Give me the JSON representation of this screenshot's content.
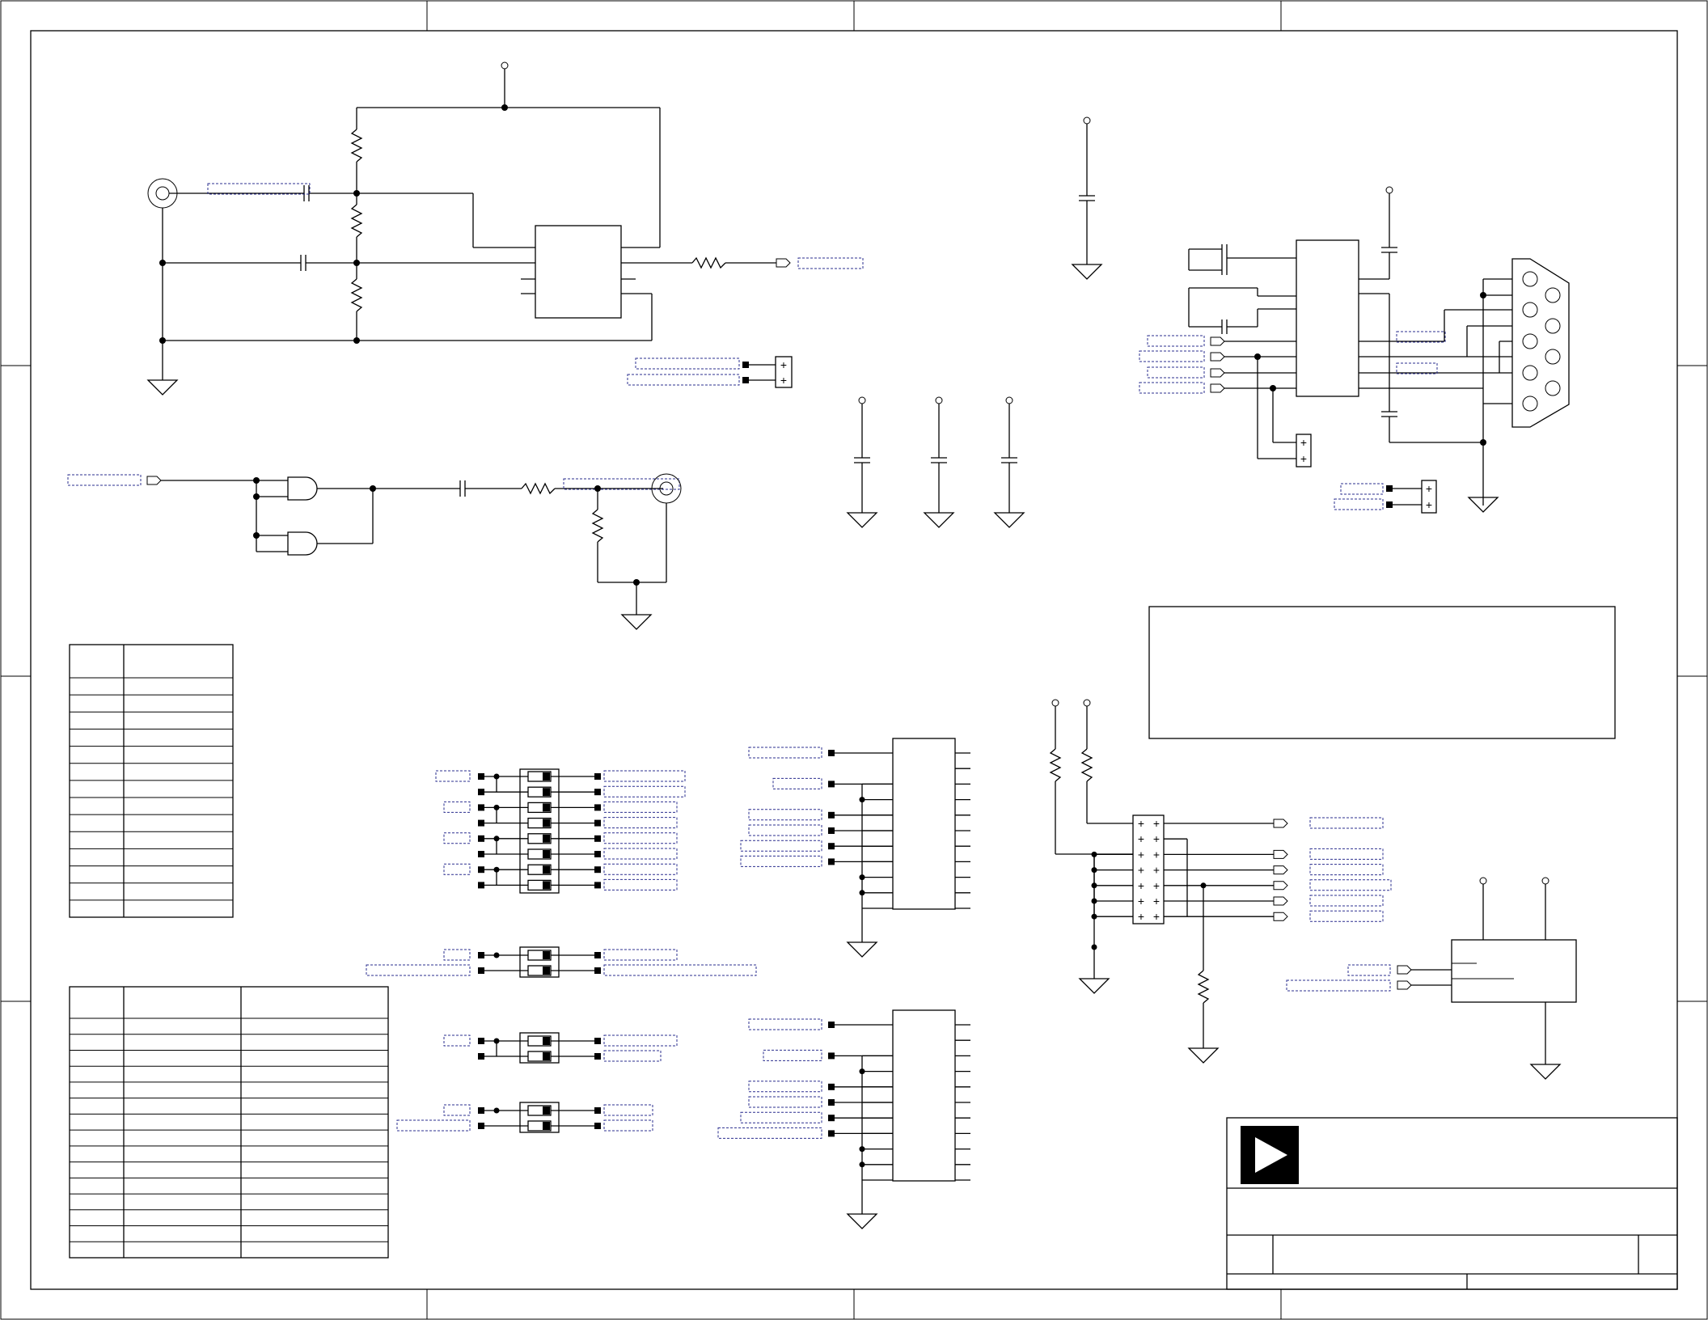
{
  "sheet": {
    "type": "schematic",
    "text_visible": false,
    "logo": "play-triangle-logo"
  },
  "colors": {
    "wire": "#000000",
    "net_label_outline": "#2b2f8f",
    "background": "#ffffff"
  },
  "title_block": {
    "title": "",
    "revision": "",
    "sheet": ""
  },
  "table_a": {
    "rows": 15,
    "columns": 2,
    "cells": []
  },
  "table_b": {
    "rows": 16,
    "columns": 3,
    "cells": []
  },
  "notes_box": {
    "text": ""
  }
}
